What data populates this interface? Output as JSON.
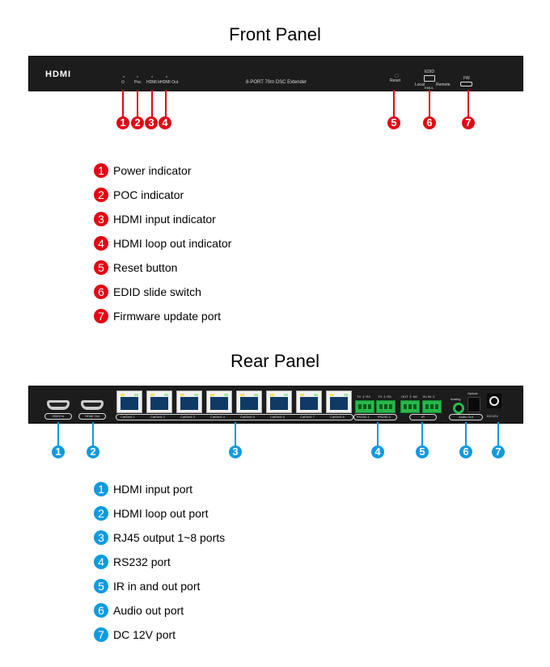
{
  "front": {
    "title": "Front Panel",
    "panel": {
      "logo": "HDMI",
      "model": "8-PORT 70m DSC Extender",
      "led_labels": [
        "⏻",
        "Poc",
        "HDMI In",
        "HDMI Out"
      ],
      "reset_label": "Reset",
      "edid_label": "EDID",
      "edid_local": "Local",
      "edid_remote": "Remote",
      "edid_small": "EMUL",
      "fw_label": "FW"
    },
    "callouts": [
      "1",
      "2",
      "3",
      "4",
      "5",
      "6",
      "7"
    ],
    "accent": "#e30613",
    "legend": [
      {
        "num": "1",
        "label": "Power indicator"
      },
      {
        "num": "2",
        "label": "POC indicator"
      },
      {
        "num": "3",
        "label": "HDMI input indicator"
      },
      {
        "num": "4",
        "label": "HDMI loop out indicator"
      },
      {
        "num": "5",
        "label": "Reset button"
      },
      {
        "num": "6",
        "label": "EDID slide switch"
      },
      {
        "num": "7",
        "label": "Firmware update port"
      }
    ]
  },
  "rear": {
    "title": "Rear Panel",
    "panel": {
      "hdmi_in": "HDMI In",
      "hdmi_out": "HDMI Out",
      "rj45_labels": [
        "CatSe/6 1",
        "CatSe/6 2",
        "CatSe/6 3",
        "CatSe/6 4",
        "CatSe/6 5",
        "CatSe/6 6",
        "CatSe/6 7",
        "CatSe/6 8"
      ],
      "rs232_top": [
        "TX ⏚ RX",
        "TX ⏚ RX"
      ],
      "rs232_labels": [
        "RS232-1",
        "RS232-2"
      ],
      "ir_top": [
        "OUT ⏚ NC",
        "5V IN ⏚"
      ],
      "ir_label": "IR",
      "analog": "Analog",
      "optical": "Optical",
      "audio_out": "Audio Out",
      "dc": "DC/12V"
    },
    "callouts": [
      "1",
      "2",
      "3",
      "4",
      "5",
      "6",
      "7"
    ],
    "accent": "#0e9ae0",
    "legend": [
      {
        "num": "1",
        "label": "HDMI input port"
      },
      {
        "num": "2",
        "label": "HDMI loop out port"
      },
      {
        "num": "3",
        "label": "RJ45 output 1~8 ports"
      },
      {
        "num": "4",
        "label": "RS232 port"
      },
      {
        "num": "5",
        "label": "IR in and out port"
      },
      {
        "num": "6",
        "label": "Audio out port"
      },
      {
        "num": "7",
        "label": "DC 12V port"
      }
    ]
  }
}
